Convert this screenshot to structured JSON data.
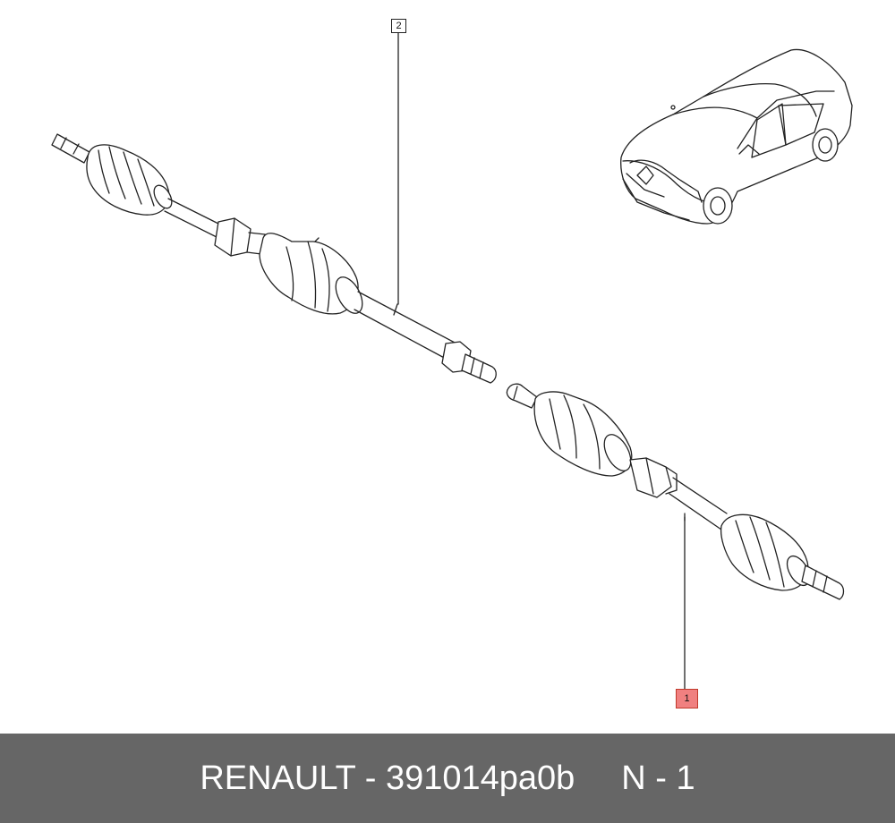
{
  "callouts": {
    "part_2": "2",
    "part_1": "1"
  },
  "footer": {
    "brand_part": "RENAULT - 391014pa0b",
    "quantity": "N - 1"
  },
  "colors": {
    "footer_bg": "#666666",
    "highlight": "#f08080",
    "line": "#222222"
  }
}
